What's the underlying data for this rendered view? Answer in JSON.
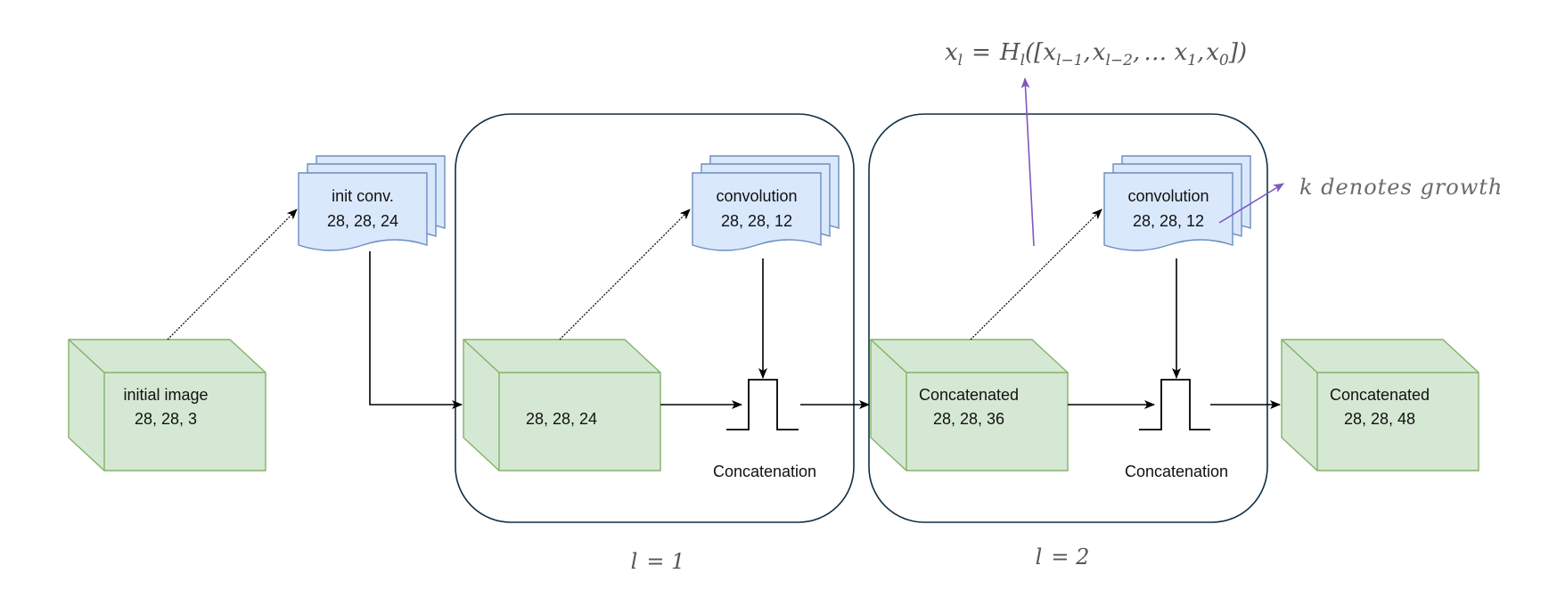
{
  "formula": {
    "main": "x_l = H_l([x_{l-1}, x_{l-2}, ... x_1, x_0])",
    "lhs_var": "x",
    "lhs_sub": "l",
    "eq": "=",
    "func": "H",
    "func_sub": "l",
    "args_open": "([",
    "x_a": "x",
    "x_a_sub": "l−1",
    "comma1": ",",
    "x_b": "x",
    "x_b_sub": "l−2",
    "comma2": ",",
    "dots": "… ",
    "x_c": "x",
    "x_c_sub": "1",
    "comma3": ",",
    "x_d": "x",
    "x_d_sub": "0",
    "args_close": "])"
  },
  "growth_note": "k denotes growth",
  "nodes": {
    "initial_image": {
      "title": "initial image",
      "dims": "28, 28, 3"
    },
    "init_conv": {
      "title": "init conv.",
      "dims": "28, 28, 24"
    },
    "block1_input": {
      "dims": "28, 28, 24"
    },
    "block1_conv": {
      "title": "convolution",
      "dims": "28, 28, 12"
    },
    "block1_concat": {
      "label": "Concatenation"
    },
    "block2_input": {
      "title": "Concatenated",
      "dims": "28, 28, 36"
    },
    "block2_conv": {
      "title": "convolution",
      "dims": "28, 28, 12"
    },
    "block2_concat": {
      "label": "Concatenation"
    },
    "output": {
      "title": "Concatenated",
      "dims": "28, 28, 48"
    }
  },
  "layers": [
    {
      "var": "l",
      "eq": "= 1"
    },
    {
      "var": "l",
      "eq": "= 2"
    }
  ],
  "colors": {
    "cube_fill": "#d5e8d4",
    "cube_stroke": "#82b366",
    "doc_fill": "#dae8fc",
    "doc_stroke": "#6c8ebf",
    "block_stroke": "#0f2f45",
    "annotation_arrow": "#7e57c2"
  }
}
